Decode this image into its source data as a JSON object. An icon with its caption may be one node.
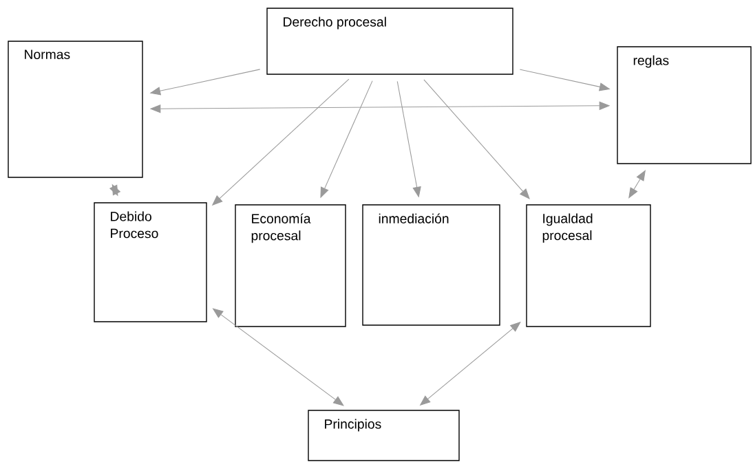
{
  "diagram": {
    "nodes": [
      {
        "text": [
          "Derecho procesal"
        ]
      },
      {
        "text": [
          "Normas"
        ]
      },
      {
        "text": [
          "reglas"
        ]
      },
      {
        "text": [
          "Debido Proceso"
        ]
      },
      {
        "text": [
          "Economía procesal"
        ]
      },
      {
        "text": [
          "inmediación"
        ]
      },
      {
        "text": [
          "Igualdad procesal"
        ]
      },
      {
        "text": [
          "Principios"
        ]
      }
    ],
    "edges": [
      {
        "from": 0,
        "to": 1,
        "arrow": "to"
      },
      {
        "from": 0,
        "to": 2,
        "arrow": "to"
      },
      {
        "from": 1,
        "to": 2,
        "arrow": "both"
      },
      {
        "from": 0,
        "to": 3,
        "arrow": "to"
      },
      {
        "from": 0,
        "to": 4,
        "arrow": "to"
      },
      {
        "from": 0,
        "to": 5,
        "arrow": "to"
      },
      {
        "from": 0,
        "to": 6,
        "arrow": "to"
      },
      {
        "from": 1,
        "to": 3,
        "arrow": "both"
      },
      {
        "from": 2,
        "to": 6,
        "arrow": "both"
      },
      {
        "from": 3,
        "to": 7,
        "arrow": "both"
      },
      {
        "from": 6,
        "to": 7,
        "arrow": "both"
      }
    ]
  }
}
